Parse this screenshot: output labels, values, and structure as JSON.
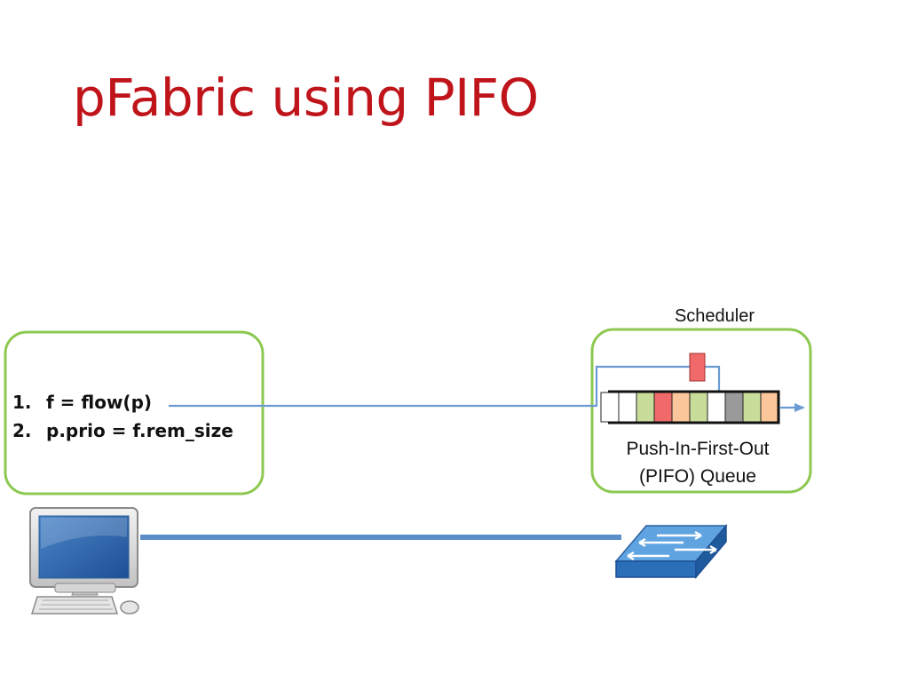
{
  "slide": {
    "title": "pFabric using PIFO"
  },
  "program": {
    "lines": [
      {
        "number": "1.",
        "code": "f = flow(p)"
      },
      {
        "number": "2.",
        "code": "p.prio = f.rem_size"
      }
    ]
  },
  "scheduler": {
    "label": "Scheduler",
    "queue_label_line1": "Push-In-First-Out",
    "queue_label_line2": "(PIFO) Queue",
    "incoming_packet_color": "#f06a6a",
    "queue_slot_colors": [
      "#ffffff",
      "#ffffff",
      "#c9dd9b",
      "#f06a6a",
      "#fbc79a",
      "#c9dd9b",
      "#ffffff",
      "#9a9a9a",
      "#c9dd9b",
      "#fbc79a"
    ]
  },
  "colors": {
    "title": "#c0141b",
    "box_border": "#8dc850",
    "arrow": "#6b9bd2",
    "link": "#5b8ec9"
  },
  "icons": {
    "computer": "desktop-computer-icon",
    "switch": "network-switch-icon"
  }
}
